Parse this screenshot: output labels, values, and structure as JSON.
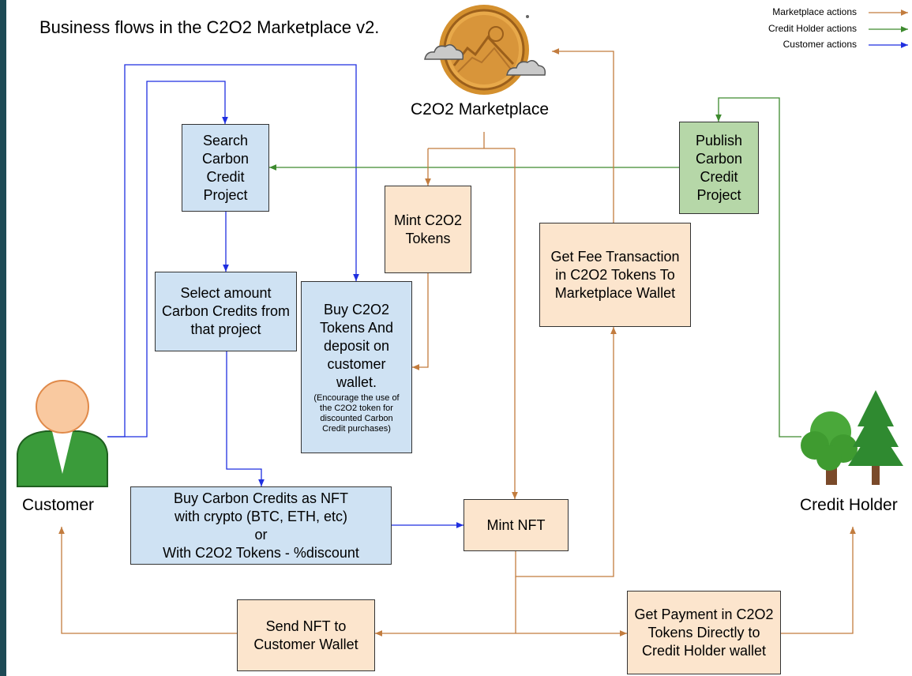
{
  "title": "Business flows in the C2O2 Marketplace v2.",
  "legend": [
    {
      "label": "Marketplace actions",
      "color": "#c27c3e"
    },
    {
      "label": "Credit Holder actions",
      "color": "#3d8a2e"
    },
    {
      "label": "Customer actions",
      "color": "#1f2fe0"
    }
  ],
  "actors": {
    "marketplace": "C2O2 Marketplace",
    "customer": "Customer",
    "credit_holder": "Credit Holder"
  },
  "boxes": {
    "search": "Search Carbon Credit Project",
    "select": "Select amount Carbon Credits from that project",
    "buy_tokens": "Buy C2O2 Tokens And deposit on customer wallet.",
    "buy_tokens_note": "(Encourage the use of the C2O2 token for discounted Carbon Credit purchases)",
    "mint_tokens": "Mint C2O2 Tokens",
    "fee": "Get Fee Transaction in C2O2 Tokens To Marketplace Wallet",
    "publish": "Publish Carbon Credit Project",
    "buy_nft_l1": "Buy Carbon Credits as NFT",
    "buy_nft_l2": "with crypto (BTC, ETH, etc)",
    "buy_nft_l3": "or",
    "buy_nft_l4": "With C2O2 Tokens - %discount",
    "mint_nft": "Mint NFT",
    "send_nft": "Send NFT to Customer Wallet",
    "payment": "Get Payment in C2O2 Tokens Directly to Credit Holder wallet"
  }
}
